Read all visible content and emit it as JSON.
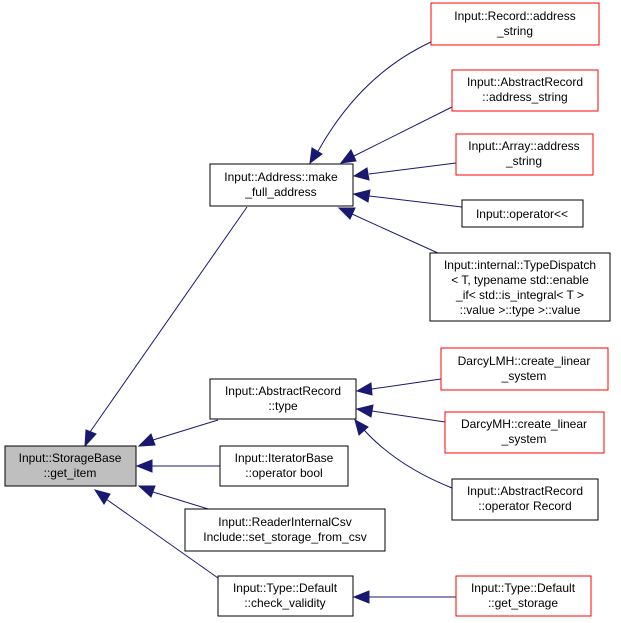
{
  "colors": {
    "edge": "#191970",
    "root_fill": "#bfbfbf",
    "node_fill": "#ffffff",
    "node_border": "#000000",
    "truncated_border": "#ff0000",
    "text": "#000000"
  },
  "nodes": {
    "storagebase_get_item": [
      "Input::StorageBase",
      "::get_item"
    ],
    "address_make_full_address": [
      "Input::Address::make",
      "_full_address"
    ],
    "abstractrecord_type": [
      "Input::AbstractRecord",
      "::type"
    ],
    "iteratorbase_operator_bool": [
      "Input::IteratorBase",
      "::operator bool"
    ],
    "readerinternalcsv_set_storage": [
      "Input::ReaderInternalCsv",
      "Include::set_storage_from_csv"
    ],
    "type_default_check_validity": [
      "Input::Type::Default",
      "::check_validity"
    ],
    "record_address_string": [
      "Input::Record::address",
      "_string"
    ],
    "abstractrecord_address_string": [
      "Input::AbstractRecord",
      "::address_string"
    ],
    "array_address_string": [
      "Input::Array::address",
      "_string"
    ],
    "operator_shift_left": [
      "Input::operator<<"
    ],
    "typedispatch_value": [
      "Input::internal::TypeDispatch",
      "< T, typename std::enable",
      "_if< std::is_integral< T >",
      "::value >::type >::value"
    ],
    "darcylmh_create_linear_system": [
      "DarcyLMH::create_linear",
      "_system"
    ],
    "darcymh_create_linear_system": [
      "DarcyMH::create_linear",
      "_system"
    ],
    "abstractrecord_operator_record": [
      "Input::AbstractRecord",
      "::operator Record"
    ],
    "type_default_get_storage": [
      "Input::Type::Default",
      "::get_storage"
    ]
  }
}
